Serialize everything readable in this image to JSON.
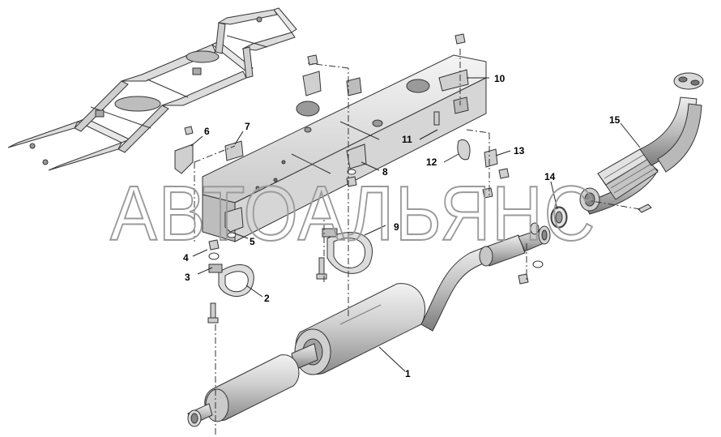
{
  "watermark": "АВТОАЛЬЯНС",
  "callouts": [
    {
      "id": "1",
      "text": "1"
    },
    {
      "id": "2",
      "text": "2"
    },
    {
      "id": "3",
      "text": "3"
    },
    {
      "id": "4",
      "text": "4"
    },
    {
      "id": "5",
      "text": "5"
    },
    {
      "id": "6",
      "text": "6"
    },
    {
      "id": "7",
      "text": "7"
    },
    {
      "id": "8",
      "text": "8"
    },
    {
      "id": "9",
      "text": "9"
    },
    {
      "id": "10",
      "text": "10"
    },
    {
      "id": "11",
      "text": "11"
    },
    {
      "id": "12",
      "text": "12"
    },
    {
      "id": "13",
      "text": "13"
    },
    {
      "id": "14",
      "text": "14"
    },
    {
      "id": "15",
      "text": "15"
    }
  ]
}
